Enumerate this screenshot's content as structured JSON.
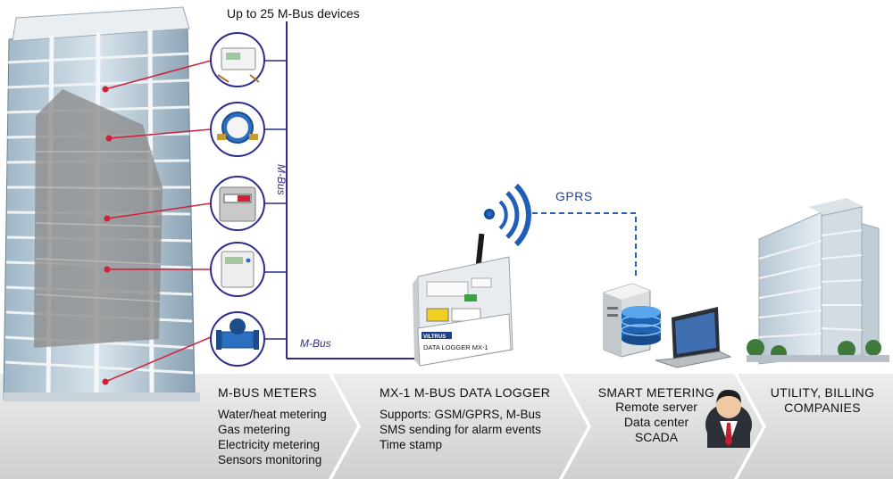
{
  "top_label": "Up to 25 M-Bus devices",
  "bus_label": "M-Bus",
  "wireless_label": "GPRS",
  "logger_label": "DATA LOGGER MX-1",
  "brand_label": "VILTRUS",
  "stages": [
    {
      "title": "M-BUS METERS",
      "items": [
        "Water/heat metering",
        "Gas metering",
        "Electricity metering",
        "Sensors monitoring"
      ]
    },
    {
      "title": "MX-1 M-BUS DATA LOGGER",
      "items": [
        "Supports: GSM/GPRS, M-Bus",
        "SMS sending for alarm events",
        "Time stamp"
      ]
    },
    {
      "title": "SMART METERING",
      "items": [
        "Remote server",
        "Data center",
        "SCADA"
      ]
    },
    {
      "title": "UTILITY, BILLING COMPANIES",
      "items": []
    }
  ],
  "colors": {
    "bus_line": "#2c2c8c",
    "meter_link": "#d0203a",
    "gprs_dash": "#2a5fb0",
    "band_light": "#e4e4e4",
    "band_dark": "#c8c8c8"
  },
  "icons": [
    "building-icon",
    "heat-meter-icon",
    "water-meter-icon",
    "gas-meter-icon",
    "electricity-meter-icon",
    "flow-meter-icon",
    "data-logger-icon",
    "wireless-signal-icon",
    "server-icon",
    "database-icon",
    "laptop-icon",
    "user-icon",
    "office-building-icon"
  ]
}
